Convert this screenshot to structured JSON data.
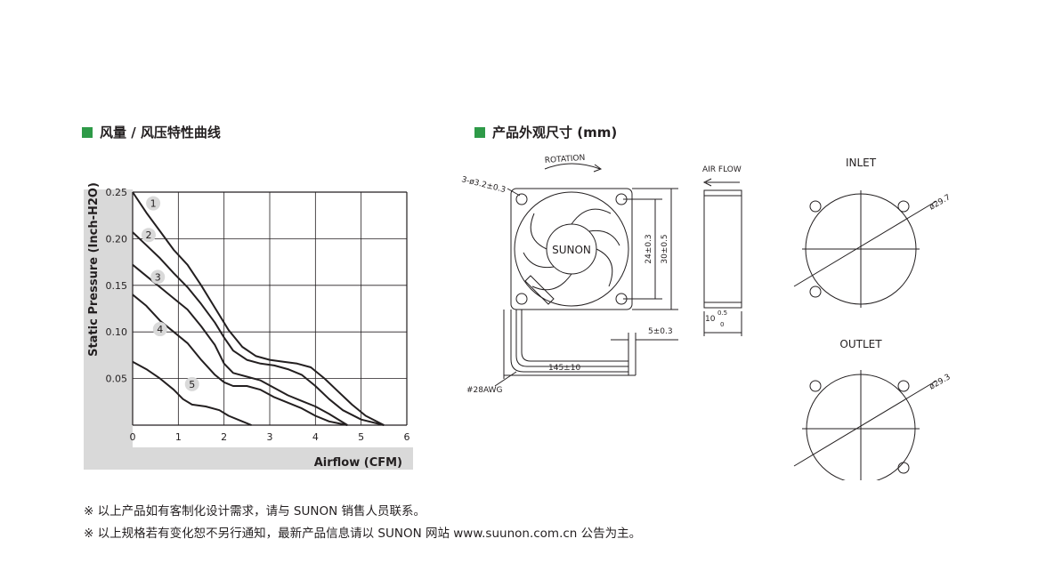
{
  "left_section_title": "风量 / 风压特性曲线",
  "right_section_title": "产品外观尺寸 (mm)",
  "colors": {
    "accent": "#2e9a48",
    "axis_panel": "#d9d9d9",
    "curve": "#231f20"
  },
  "chart_data": {
    "type": "line",
    "xlabel": "Airflow (CFM)",
    "ylabel": "Static Pressure (Inch-H2O)",
    "xlim": [
      0,
      6
    ],
    "ylim": [
      0,
      0.25
    ],
    "x_ticks": [
      "0",
      "1",
      "2",
      "3",
      "4",
      "5",
      "6"
    ],
    "y_ticks": [
      "0.05",
      "0.10",
      "0.15",
      "0.20",
      "0.25"
    ],
    "grid": true,
    "series": [
      {
        "name": "1",
        "label_at": [
          0.45,
          0.238
        ],
        "points": [
          [
            0,
            0.25
          ],
          [
            0.3,
            0.228
          ],
          [
            0.6,
            0.208
          ],
          [
            0.9,
            0.188
          ],
          [
            1.2,
            0.172
          ],
          [
            1.5,
            0.15
          ],
          [
            1.8,
            0.126
          ],
          [
            2.1,
            0.102
          ],
          [
            2.4,
            0.084
          ],
          [
            2.7,
            0.074
          ],
          [
            3.0,
            0.07
          ],
          [
            3.3,
            0.068
          ],
          [
            3.6,
            0.066
          ],
          [
            3.9,
            0.062
          ],
          [
            4.2,
            0.05
          ],
          [
            4.5,
            0.036
          ],
          [
            4.8,
            0.022
          ],
          [
            5.1,
            0.01
          ],
          [
            5.5,
            0
          ]
        ]
      },
      {
        "name": "2",
        "label_at": [
          0.35,
          0.204
        ],
        "points": [
          [
            0,
            0.207
          ],
          [
            0.3,
            0.193
          ],
          [
            0.6,
            0.179
          ],
          [
            0.9,
            0.163
          ],
          [
            1.2,
            0.148
          ],
          [
            1.5,
            0.13
          ],
          [
            1.8,
            0.11
          ],
          [
            2.0,
            0.094
          ],
          [
            2.2,
            0.08
          ],
          [
            2.5,
            0.07
          ],
          [
            2.8,
            0.066
          ],
          [
            3.1,
            0.064
          ],
          [
            3.4,
            0.06
          ],
          [
            3.7,
            0.054
          ],
          [
            4.0,
            0.042
          ],
          [
            4.3,
            0.028
          ],
          [
            4.6,
            0.016
          ],
          [
            5.0,
            0.006
          ],
          [
            5.5,
            0
          ]
        ]
      },
      {
        "name": "3",
        "label_at": [
          0.55,
          0.159
        ],
        "points": [
          [
            0,
            0.172
          ],
          [
            0.3,
            0.16
          ],
          [
            0.6,
            0.148
          ],
          [
            0.9,
            0.136
          ],
          [
            1.2,
            0.124
          ],
          [
            1.5,
            0.106
          ],
          [
            1.8,
            0.086
          ],
          [
            2.0,
            0.066
          ],
          [
            2.2,
            0.056
          ],
          [
            2.5,
            0.052
          ],
          [
            2.8,
            0.048
          ],
          [
            3.1,
            0.04
          ],
          [
            3.4,
            0.032
          ],
          [
            3.7,
            0.026
          ],
          [
            4.0,
            0.02
          ],
          [
            4.3,
            0.012
          ],
          [
            4.7,
            0
          ]
        ]
      },
      {
        "name": "4",
        "label_at": [
          0.6,
          0.103
        ],
        "points": [
          [
            0,
            0.14
          ],
          [
            0.3,
            0.128
          ],
          [
            0.6,
            0.112
          ],
          [
            0.9,
            0.1
          ],
          [
            1.2,
            0.088
          ],
          [
            1.5,
            0.07
          ],
          [
            1.8,
            0.054
          ],
          [
            2.0,
            0.046
          ],
          [
            2.2,
            0.042
          ],
          [
            2.5,
            0.042
          ],
          [
            2.8,
            0.038
          ],
          [
            3.1,
            0.03
          ],
          [
            3.4,
            0.024
          ],
          [
            3.7,
            0.018
          ],
          [
            4.0,
            0.01
          ],
          [
            4.3,
            0.004
          ],
          [
            4.7,
            0
          ]
        ]
      },
      {
        "name": "5",
        "label_at": [
          1.3,
          0.044
        ],
        "points": [
          [
            0,
            0.068
          ],
          [
            0.3,
            0.06
          ],
          [
            0.6,
            0.05
          ],
          [
            0.9,
            0.038
          ],
          [
            1.1,
            0.028
          ],
          [
            1.3,
            0.022
          ],
          [
            1.6,
            0.02
          ],
          [
            1.9,
            0.016
          ],
          [
            2.1,
            0.01
          ],
          [
            2.4,
            0.004
          ],
          [
            2.6,
            0
          ]
        ]
      }
    ]
  },
  "drawing": {
    "hole_label": "3-ø3.2±0.3",
    "rotation_label": "ROTATION",
    "airflow_label": "AIR FLOW",
    "brand": "SUNON",
    "dim_24": "24±0.3",
    "dim_30": "30±0.5",
    "dim_10_base": "10",
    "dim_10_tol_plus": "0.5",
    "dim_10_tol_minus": "0",
    "dim_5": "5±0.3",
    "dim_145": "145±10",
    "wire_label": "#28AWG",
    "inlet_label": "INLET",
    "inlet_dia": "ø29.7",
    "outlet_label": "OUTLET",
    "outlet_dia": "ø29.3"
  },
  "notes": [
    "※ 以上产品如有客制化设计需求，请与 SUNON 销售人员联系。",
    "※ 以上规格若有变化恕不另行通知，最新产品信息请以 SUNON 网站 www.suunon.com.cn 公告为主。"
  ]
}
